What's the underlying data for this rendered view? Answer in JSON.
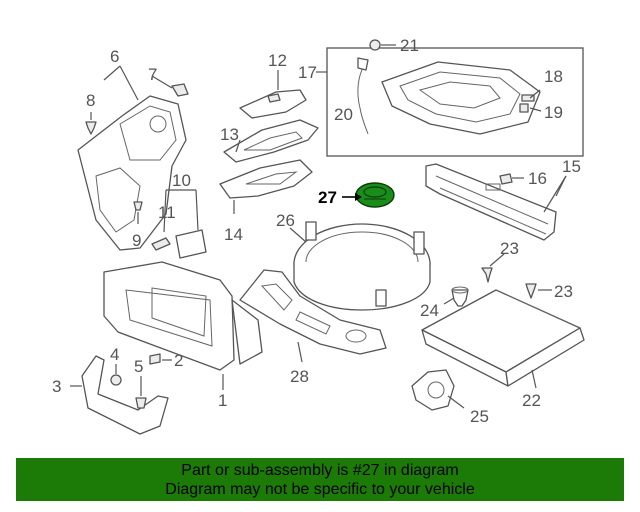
{
  "callouts": {
    "c1": "1",
    "c2": "2",
    "c3": "3",
    "c4": "4",
    "c5": "5",
    "c6": "6",
    "c7": "7",
    "c8": "8",
    "c9": "9",
    "c10": "10",
    "c11": "11",
    "c12": "12",
    "c13": "13",
    "c14": "14",
    "c15": "15",
    "c16": "16",
    "c17": "17",
    "c18": "18",
    "c19": "19",
    "c20": "20",
    "c21": "21",
    "c22": "22",
    "c23a": "23",
    "c23b": "23",
    "c24": "24",
    "c25": "25",
    "c26": "26",
    "c27": "27",
    "c28": "28"
  },
  "highlighted_part": "27",
  "colors": {
    "banner": "#1b7b06",
    "highlight": "#1a8c1a",
    "line": "#555555"
  },
  "footer": {
    "line1": "Part or sub-assembly is #27 in diagram",
    "line2": "Diagram may not be specific to your vehicle"
  }
}
